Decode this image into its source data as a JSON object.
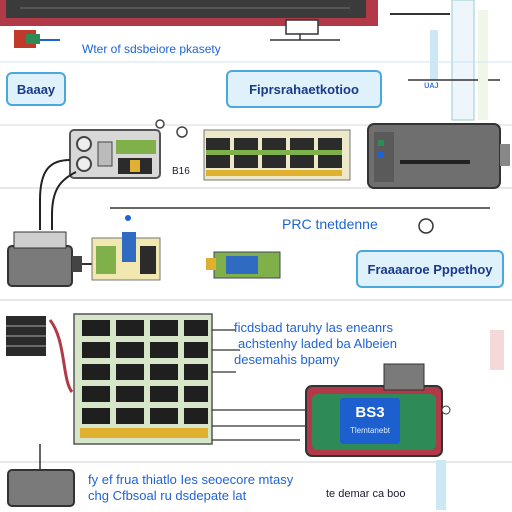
{
  "labels": {
    "top_caption": "Wter of sdsbeiore pkasety",
    "box_left": "Baaay",
    "box_right_top": "Fiprsrahaetkotioo",
    "small_mark_top_right": "ᴜᴀᴊ",
    "label_b16": "B16",
    "rfc_label": "PRC tnetdenne",
    "box_right_mid": "Fraaaaroe Pppethoy",
    "mid_text": "ficdsbad taruhy las eneanrs",
    "mid_text2": "achstenhy laded ba Albeien",
    "mid_text3": "desemahis bpamy",
    "screen_text": "BS3",
    "screen_sub": "Tlemtanebt",
    "bottom_text_1": "fy  ef frua thiatlo Ies seoecore mtasy",
    "bottom_text_2": "chg  Cfbsoal ru dsdepate lat",
    "bottom_right": "te demar ca boo"
  },
  "colors": {
    "accent_blue": "#1e63d6",
    "callout_fill": "#dff1fb",
    "callout_border": "#4aa8df",
    "board_green": "#7fb04a",
    "board_dark": "#2b2b2b",
    "device_red": "#b23a48",
    "device_gray": "#6f6f6f"
  }
}
